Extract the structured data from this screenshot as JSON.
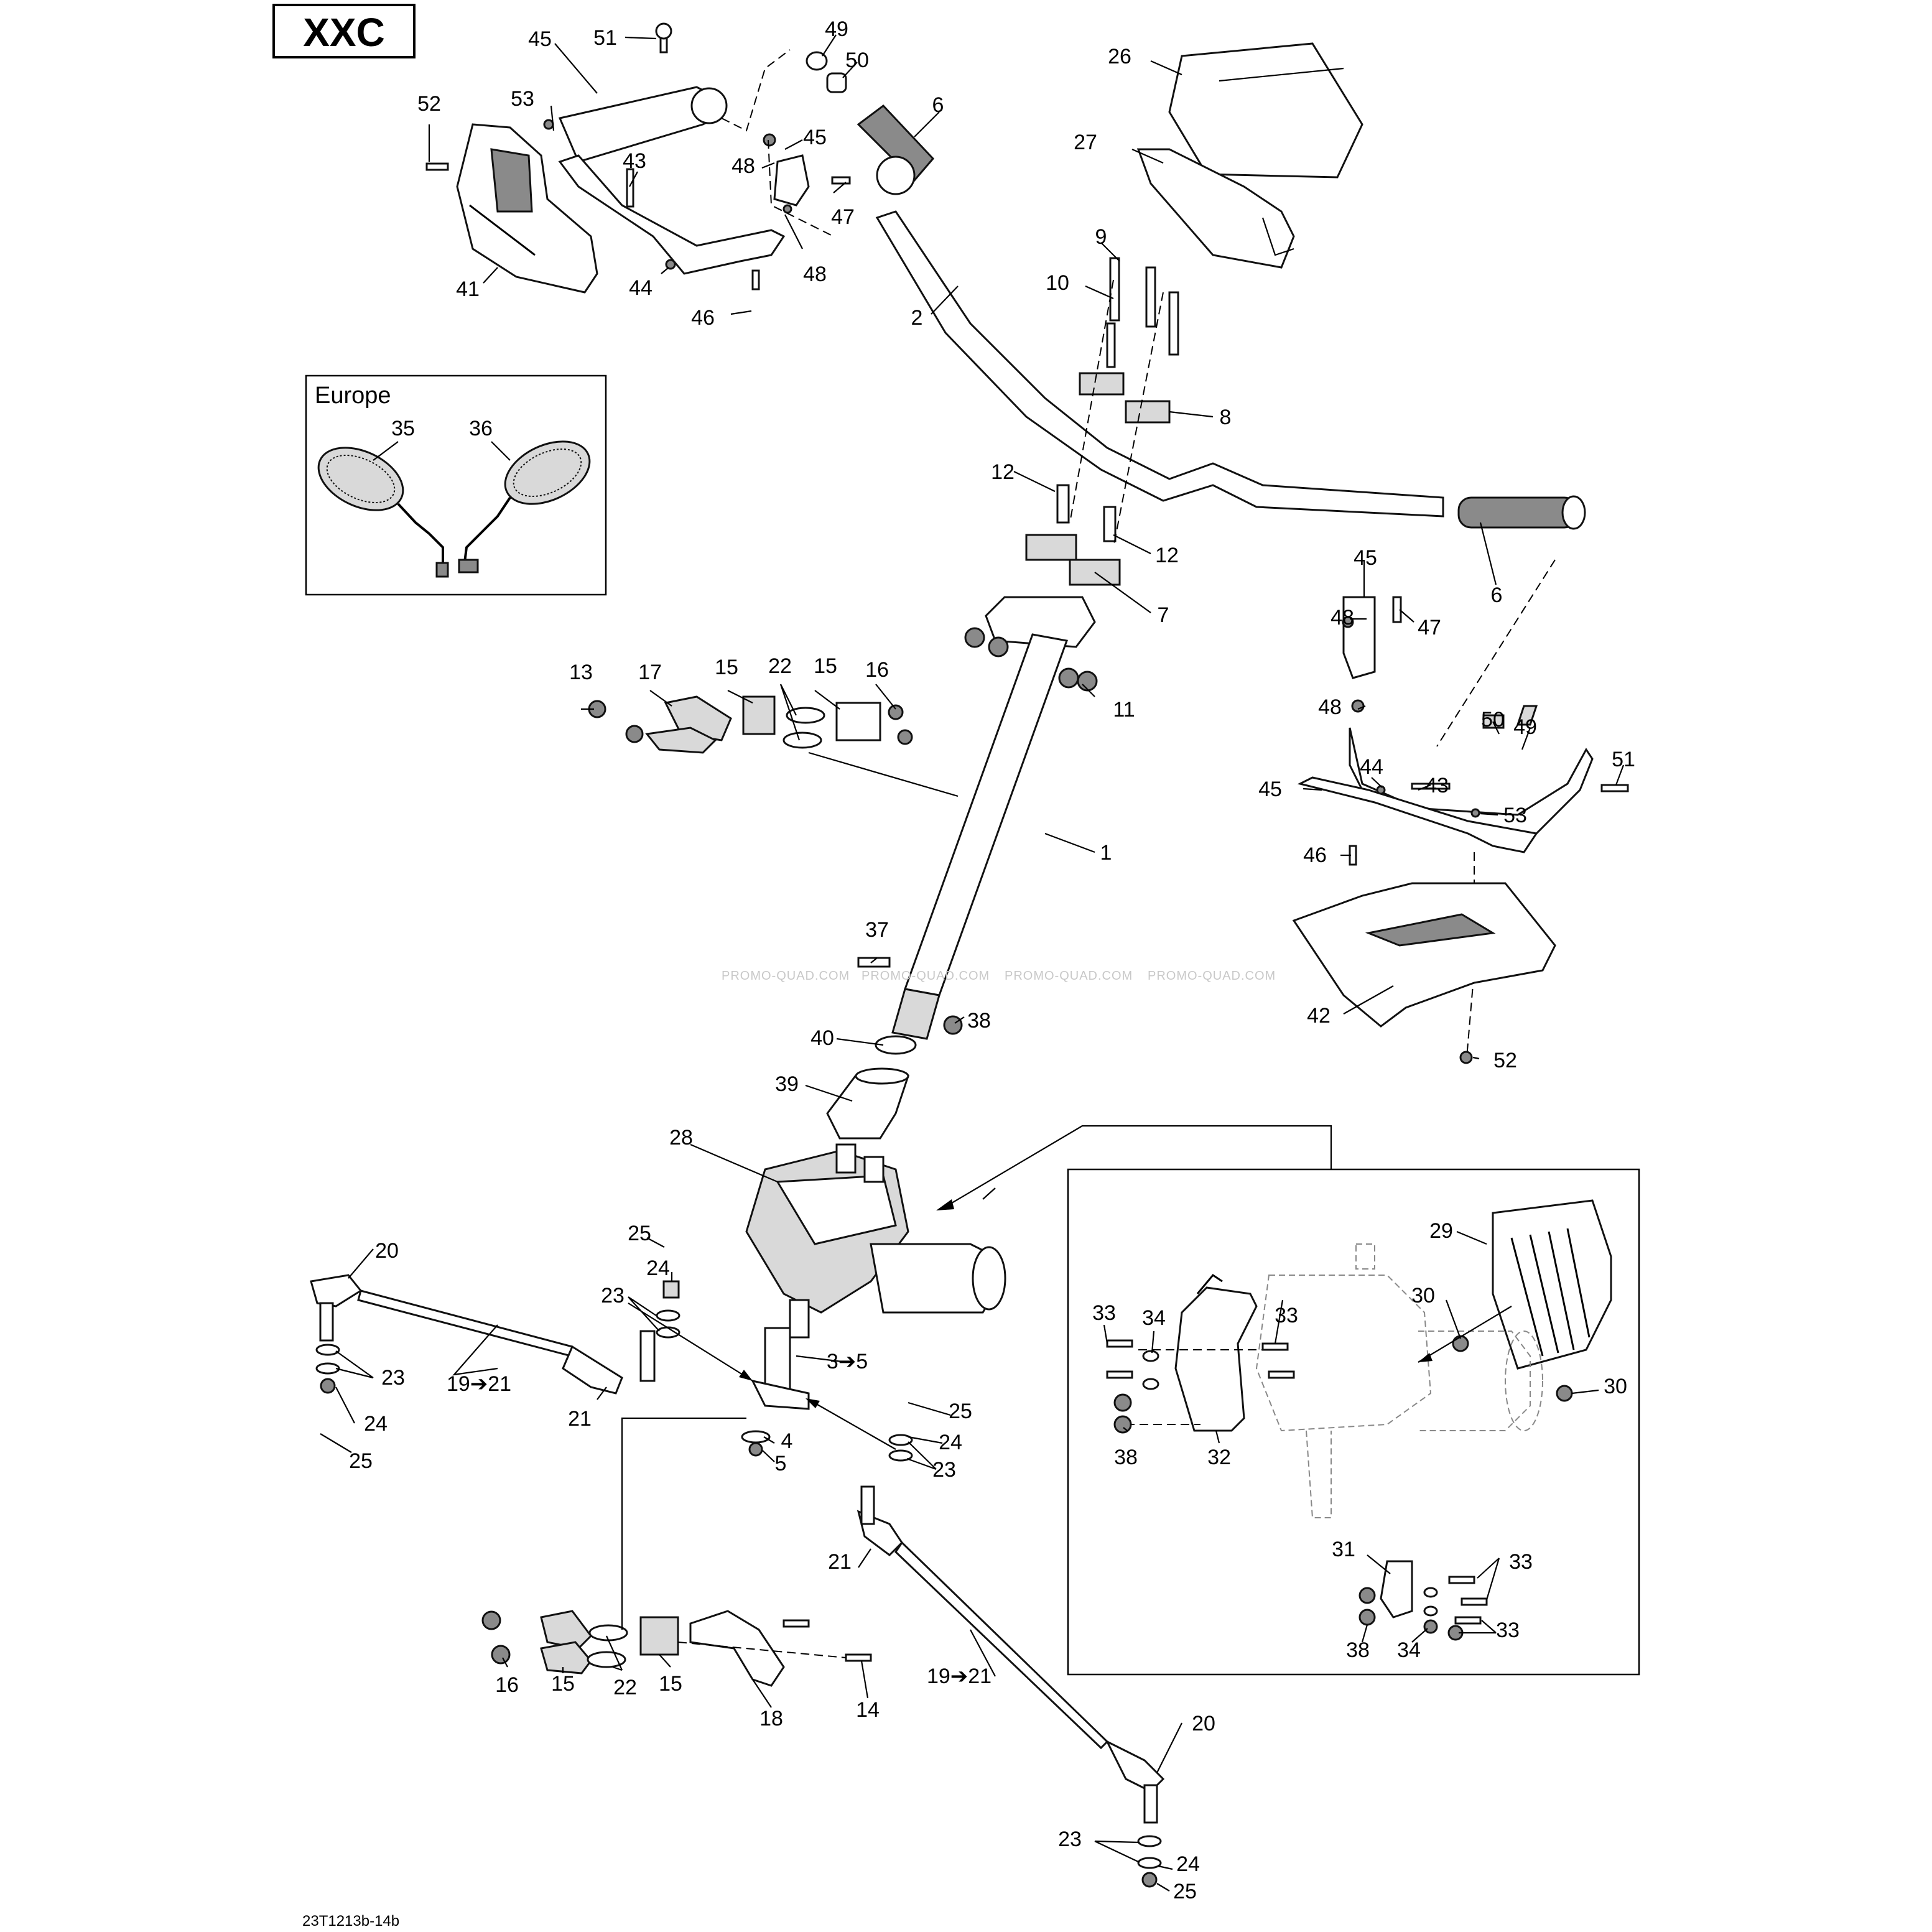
{
  "model_badge": "XXC",
  "inset_europe_title": "Europe",
  "diagram_code": "23T1213b-14b",
  "watermark": "PROMO-QUAD.COM",
  "callouts": {
    "c51a": "51",
    "c49a": "49",
    "c50a": "50",
    "c45a": "45",
    "c53a": "53",
    "c52a": "52",
    "c43a": "43",
    "c48a": "48",
    "c45b": "45",
    "c47a": "47",
    "c48b": "48",
    "c44a": "44",
    "c46a": "46",
    "c41": "41",
    "c6a": "6",
    "c26": "26",
    "c27": "27",
    "c2": "2",
    "c9": "9",
    "c10": "10",
    "c8": "8",
    "c35": "35",
    "c36": "36",
    "c12a": "12",
    "c12b": "12",
    "c7": "7",
    "c11": "11",
    "c6b": "6",
    "c45c": "45",
    "c48c": "48",
    "c47b": "47",
    "c48d": "48",
    "c13": "13",
    "c17": "17",
    "c15a": "15",
    "c22a": "22",
    "c15b": "15",
    "c16a": "16",
    "c50b": "50",
    "c49b": "49",
    "c51b": "51",
    "c44b": "44",
    "c43b": "43",
    "c45d": "45",
    "c53b": "53",
    "c1": "1",
    "c46b": "46",
    "c42": "42",
    "c52b": "52",
    "c37": "37",
    "c38a": "38",
    "c40": "40",
    "c39": "39",
    "c28": "28",
    "c29": "29",
    "c33a": "33",
    "c34a": "34",
    "c33b": "33",
    "c30a": "30",
    "c30b": "30",
    "c38b": "38",
    "c32": "32",
    "c25a": "25",
    "c24a": "24",
    "c23a": "23",
    "c20a": "20",
    "c3to5": "3➔5",
    "c23b": "23",
    "c19to21a": "19➔21",
    "c21a": "21",
    "c24b": "24",
    "c25b": "25",
    "c4": "4",
    "c5": "5",
    "c25c": "25",
    "c24c": "24",
    "c23c": "23",
    "c21b": "21",
    "c31": "31",
    "c33c": "33",
    "c33d": "33",
    "c38c": "38",
    "c34b": "34",
    "c16b": "16",
    "c15c": "15",
    "c22b": "22",
    "c15d": "15",
    "c18": "18",
    "c14": "14",
    "c19to21b": "19➔21",
    "c20b": "20",
    "c23d": "23",
    "c24d": "24",
    "c25d": "25"
  }
}
